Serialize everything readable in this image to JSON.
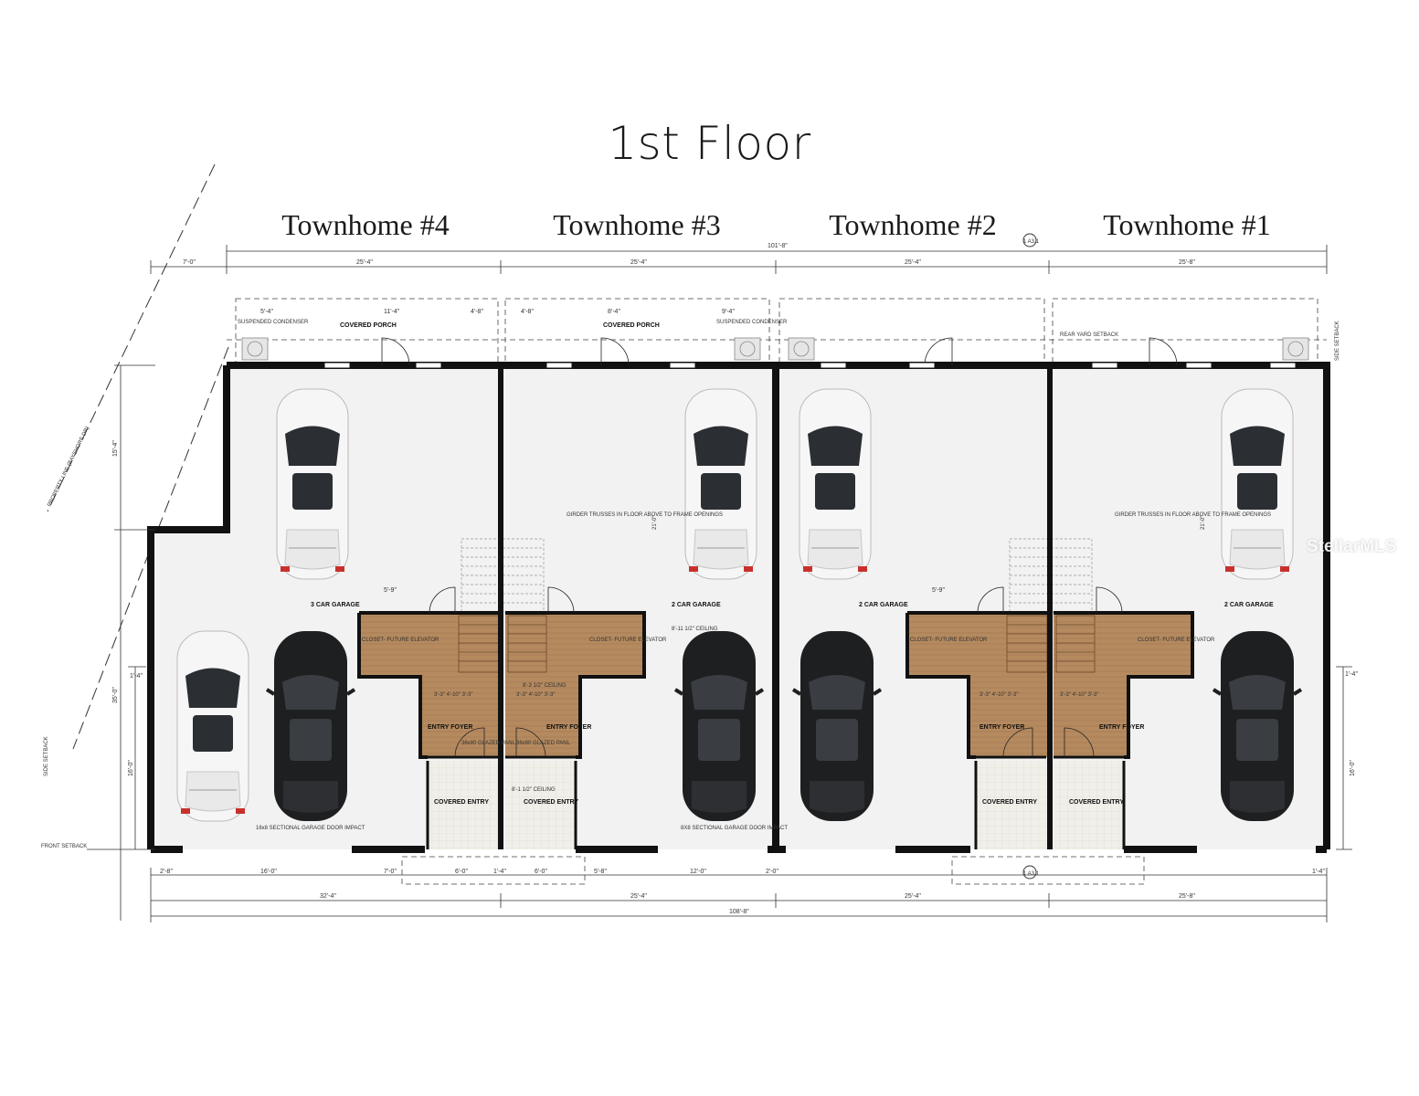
{
  "title": "1st Floor",
  "townhomes": [
    {
      "label": "Townhome #4"
    },
    {
      "label": "Townhome #3"
    },
    {
      "label": "Townhome #2"
    },
    {
      "label": "Townhome #1"
    }
  ],
  "overall_dims": {
    "top": "101'-8\"",
    "bottom": "108'-8\""
  },
  "unit_dims": {
    "u4": "25'-4\"",
    "u3": "25'-4\"",
    "u2": "25'-4\"",
    "u1": "25'-8\"",
    "left_offset": "7'-0\"",
    "u4_bottom": "32'-4\""
  },
  "porch_dims": {
    "a": "5'-4\"",
    "b": "11'-4\"",
    "c": "4'-8\"",
    "d": "4'-8\"",
    "e": "8'-4\"",
    "f": "9'-4\""
  },
  "bottom_dims": [
    "2'-8\"",
    "16'-0\"",
    "7'-0\"",
    "6'-0\"",
    "1'-4\"",
    "6'-0\"",
    "5'-8\"",
    "12'-0\"",
    "2'-0\"",
    "1'-4\""
  ],
  "side_dims": {
    "top": "15'-4\"",
    "total": "35'-0\"",
    "lower": "16'-0\"",
    "notch": "1'-4\"",
    "right_lower": "16'-0\"",
    "right_notch": "1'-4\"",
    "garage_depth": "21'-0\""
  },
  "labels": {
    "covered_porch": "COVERED PORCH",
    "suspended_condenser": "SUSPENDED CONDENSER",
    "rear_yard_setback": "REAR YARD SETBACK",
    "side_setback": "SIDE SETBACK",
    "front_setback": "FRONT SETBACK",
    "property_line": "PROPERTY LINE (BAYSHORE DR)",
    "garage3": "3 CAR GARAGE",
    "garage2": "2 CAR GARAGE",
    "entry_foyer": "ENTRY FOYER",
    "covered_entry": "COVERED ENTRY",
    "closet": "CLOSET- FUTURE ELEVATOR",
    "girder_note": "GIRDER TRUSSES IN FLOOR ABOVE TO FRAME OPENINGS",
    "garage_door_16": "16x8 SECTIONAL GARAGE DOOR IMPACT",
    "garage_door_8": "8X8 SECTIONAL GARAGE DOOR IMPACT",
    "glazed_pane": "36x80 GLAZED PANL",
    "ceiling": "8'-11 1/2\" CEILING",
    "ceiling2": "8'-3 1/2\" CEILING",
    "ceiling3": "8'-1 1/2\" CEILING",
    "stair_dims": "3'-3\" 4'-10\" 3'-3\"",
    "foyer_w": "5'-9\"",
    "section_ref": "1 A3.1"
  },
  "watermark": "StellarMLS",
  "colors": {
    "wall": "#111111",
    "floor": "#f2f2f2",
    "wood": "#b58a5f",
    "tile": "#f1efe9",
    "car_white": "#f6f6f6",
    "car_black": "#1e1f21"
  }
}
